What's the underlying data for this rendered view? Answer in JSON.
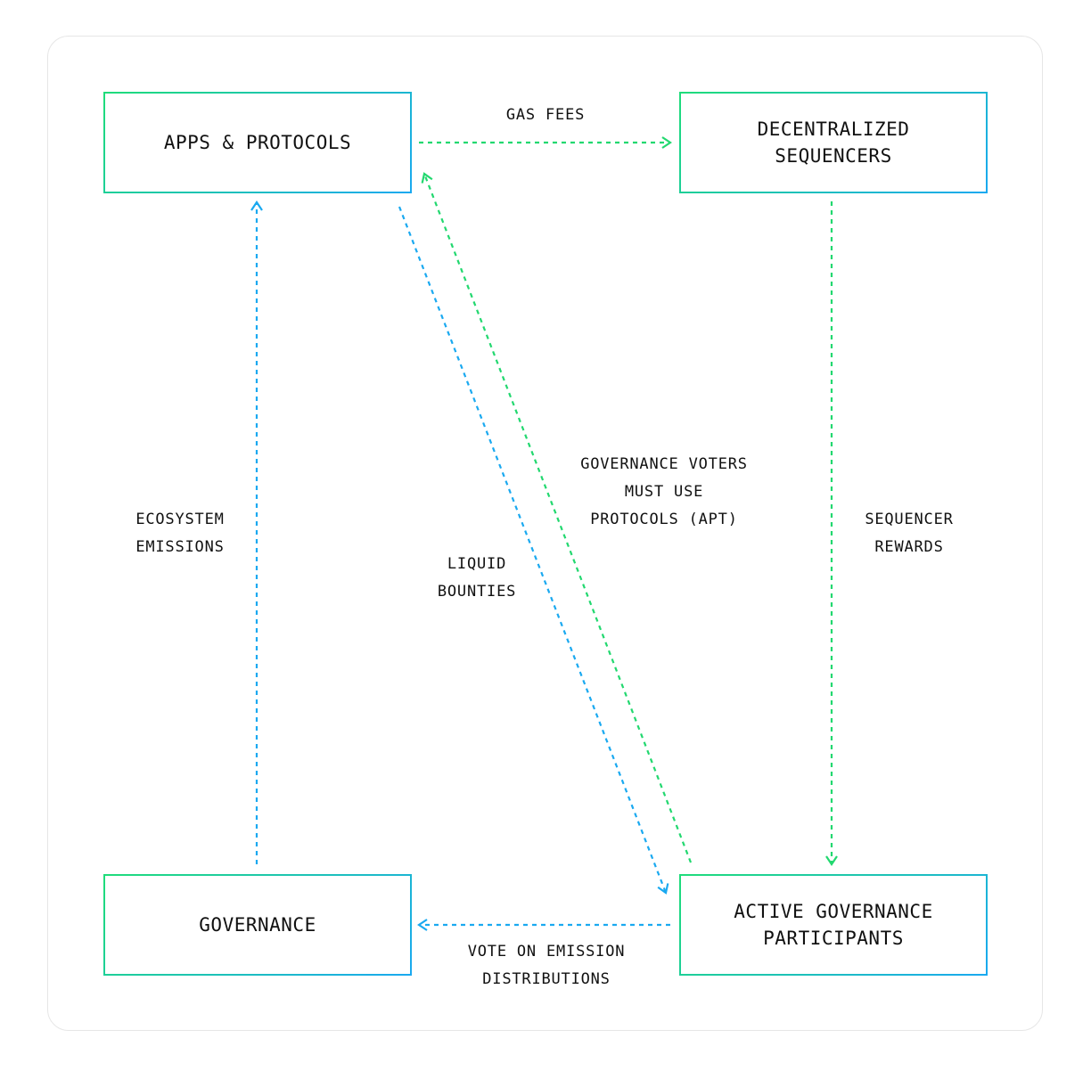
{
  "nodes": {
    "apps": {
      "label": "APPS & PROTOCOLS"
    },
    "sequencers": {
      "label": "DECENTRALIZED\nSEQUENCERS"
    },
    "governance": {
      "label": "GOVERNANCE"
    },
    "participants": {
      "label": "ACTIVE GOVERNANCE\nPARTICIPANTS"
    }
  },
  "flows": {
    "gas_fees": "GAS FEES",
    "sequencer_rewards": "SEQUENCER\nREWARDS",
    "ecosystem_emissions": "ECOSYSTEM\nEMISSIONS",
    "vote_on_emission": "VOTE ON EMISSION\nDISTRIBUTIONS",
    "liquid_bounties": "LIQUID\nBOUNTIES",
    "governance_voters": "GOVERNANCE VOTERS\nMUST USE\nPROTOCOLS (APT)"
  },
  "colors": {
    "green": "#22d86f",
    "blue": "#1aa9f0"
  }
}
